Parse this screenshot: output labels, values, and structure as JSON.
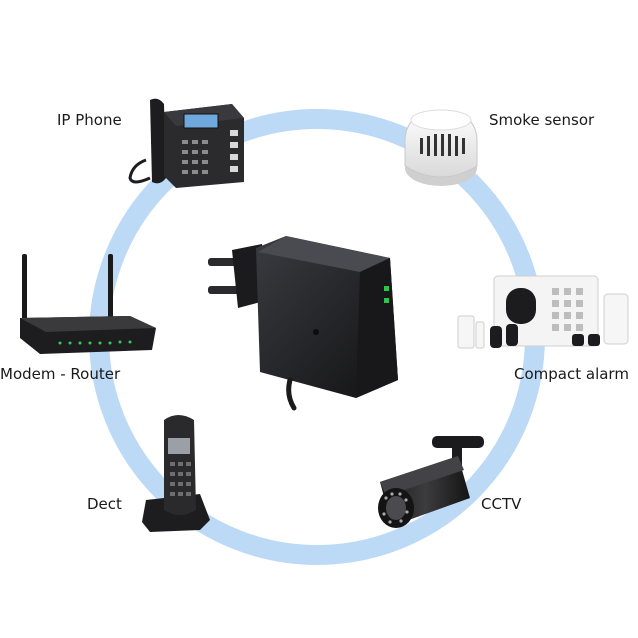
{
  "colors": {
    "ring": "#bcdaf6",
    "device_dark": "#1c1c1e",
    "device_mid": "#2e2f33",
    "device_light": "#f2f2f2"
  },
  "center": {
    "icon": "power-adapter-icon"
  },
  "devices": [
    {
      "label": "IP Phone",
      "icon": "ip-phone-icon"
    },
    {
      "label": "Smoke sensor",
      "icon": "smoke-sensor-icon"
    },
    {
      "label": "Modem - Router",
      "icon": "router-icon"
    },
    {
      "label": "Compact alarm",
      "icon": "alarm-panel-icon"
    },
    {
      "label": "Dect",
      "icon": "cordless-phone-icon"
    },
    {
      "label": "CCTV",
      "icon": "cctv-camera-icon"
    }
  ]
}
